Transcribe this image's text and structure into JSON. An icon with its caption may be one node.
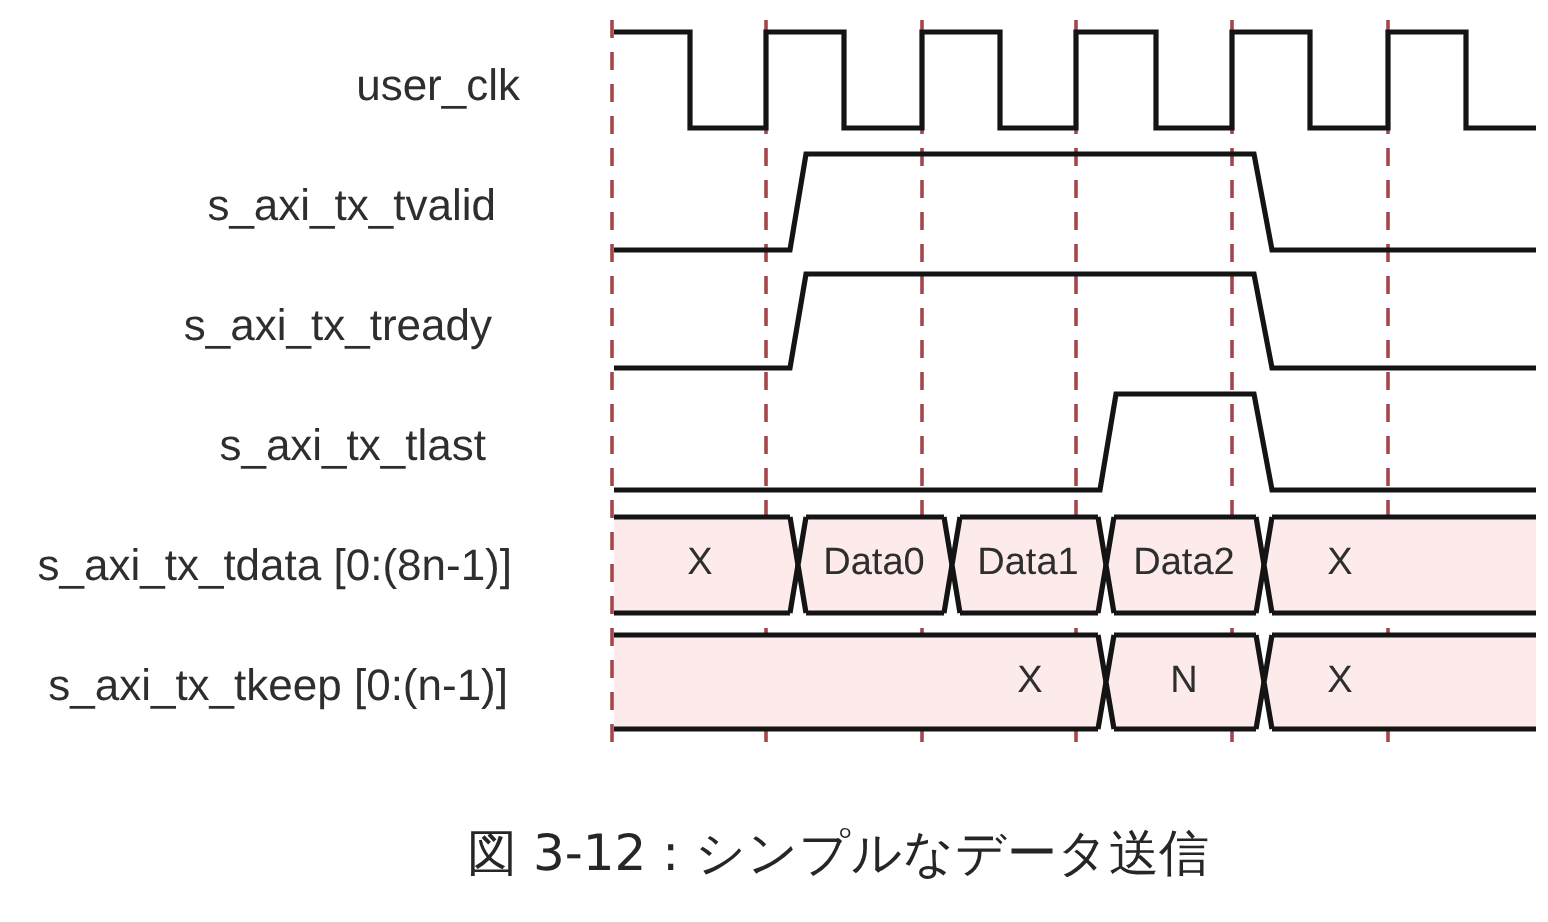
{
  "diagram": {
    "caption": "図 3-12 : シンプルなデータ送信",
    "nodes": [
      {
        "text": [
          "X"
        ]
      },
      {
        "text": [
          "Data0"
        ]
      },
      {
        "text": [
          "Data1"
        ]
      },
      {
        "text": [
          "Data2"
        ]
      },
      {
        "text": [
          "X"
        ]
      },
      {
        "text": [
          "X"
        ]
      },
      {
        "text": [
          "N"
        ]
      },
      {
        "text": [
          "X"
        ]
      }
    ],
    "labels": [
      "user_clk",
      "s_axi_tx_tvalid",
      "s_axi_tx_tready",
      "s_axi_tx_tlast",
      "s_axi_tx_tdata [0:(8n-1)]",
      "s_axi_tx_tkeep [0:(n-1)]"
    ]
  }
}
